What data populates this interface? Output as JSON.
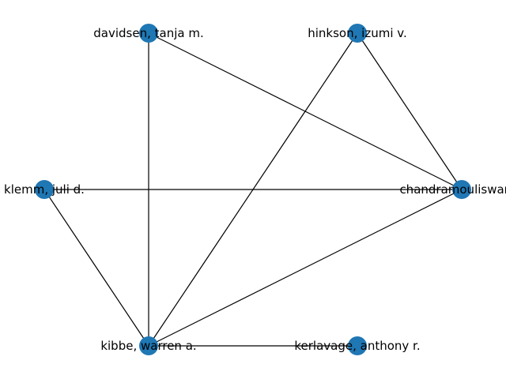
{
  "graph": {
    "nodes": [
      {
        "id": "davidsen",
        "label": "davidsen, tanja m."
      },
      {
        "id": "hinkson",
        "label": "hinkson, izumi v."
      },
      {
        "id": "klemm",
        "label": "klemm, juli d."
      },
      {
        "id": "chandra",
        "label": "chandramouliswaran"
      },
      {
        "id": "kibbe",
        "label": "kibbe, warren a."
      },
      {
        "id": "kerlavage",
        "label": "kerlavage, anthony r."
      }
    ],
    "edges": [
      [
        "davidsen",
        "kibbe"
      ],
      [
        "davidsen",
        "chandra"
      ],
      [
        "hinkson",
        "kibbe"
      ],
      [
        "hinkson",
        "chandra"
      ],
      [
        "klemm",
        "chandra"
      ],
      [
        "klemm",
        "kibbe"
      ],
      [
        "kibbe",
        "chandra"
      ],
      [
        "kibbe",
        "kerlavage"
      ]
    ],
    "colors": {
      "node": "#1f77b4",
      "edge": "#000000",
      "label": "#000000"
    }
  }
}
